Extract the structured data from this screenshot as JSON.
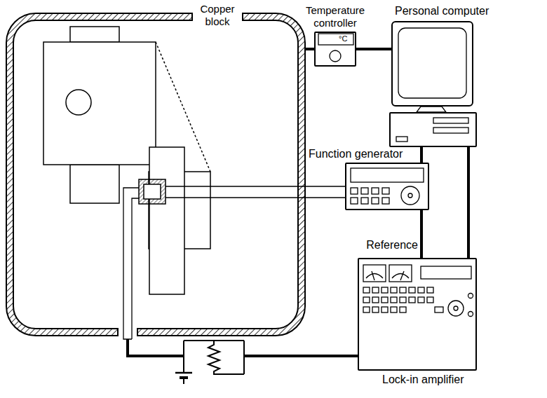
{
  "diagram": {
    "nodes": [
      {
        "text": [
          "Copper block"
        ]
      },
      {
        "text": [
          "Temperature controller",
          "°C"
        ]
      },
      {
        "text": [
          "Personal computer"
        ]
      },
      {
        "text": [
          "Function generator"
        ]
      },
      {
        "text": [
          "Lock-in amplifier"
        ]
      }
    ],
    "edges": [
      {
        "from": 0,
        "to": 1,
        "arrow": "none"
      },
      {
        "from": 1,
        "to": 2,
        "arrow": "none"
      },
      {
        "from": 2,
        "to": 3,
        "arrow": "none"
      },
      {
        "from": 2,
        "to": 4,
        "arrow": "none"
      },
      {
        "from": 3,
        "to": 4,
        "label": "Reference",
        "arrow": "none"
      }
    ]
  }
}
